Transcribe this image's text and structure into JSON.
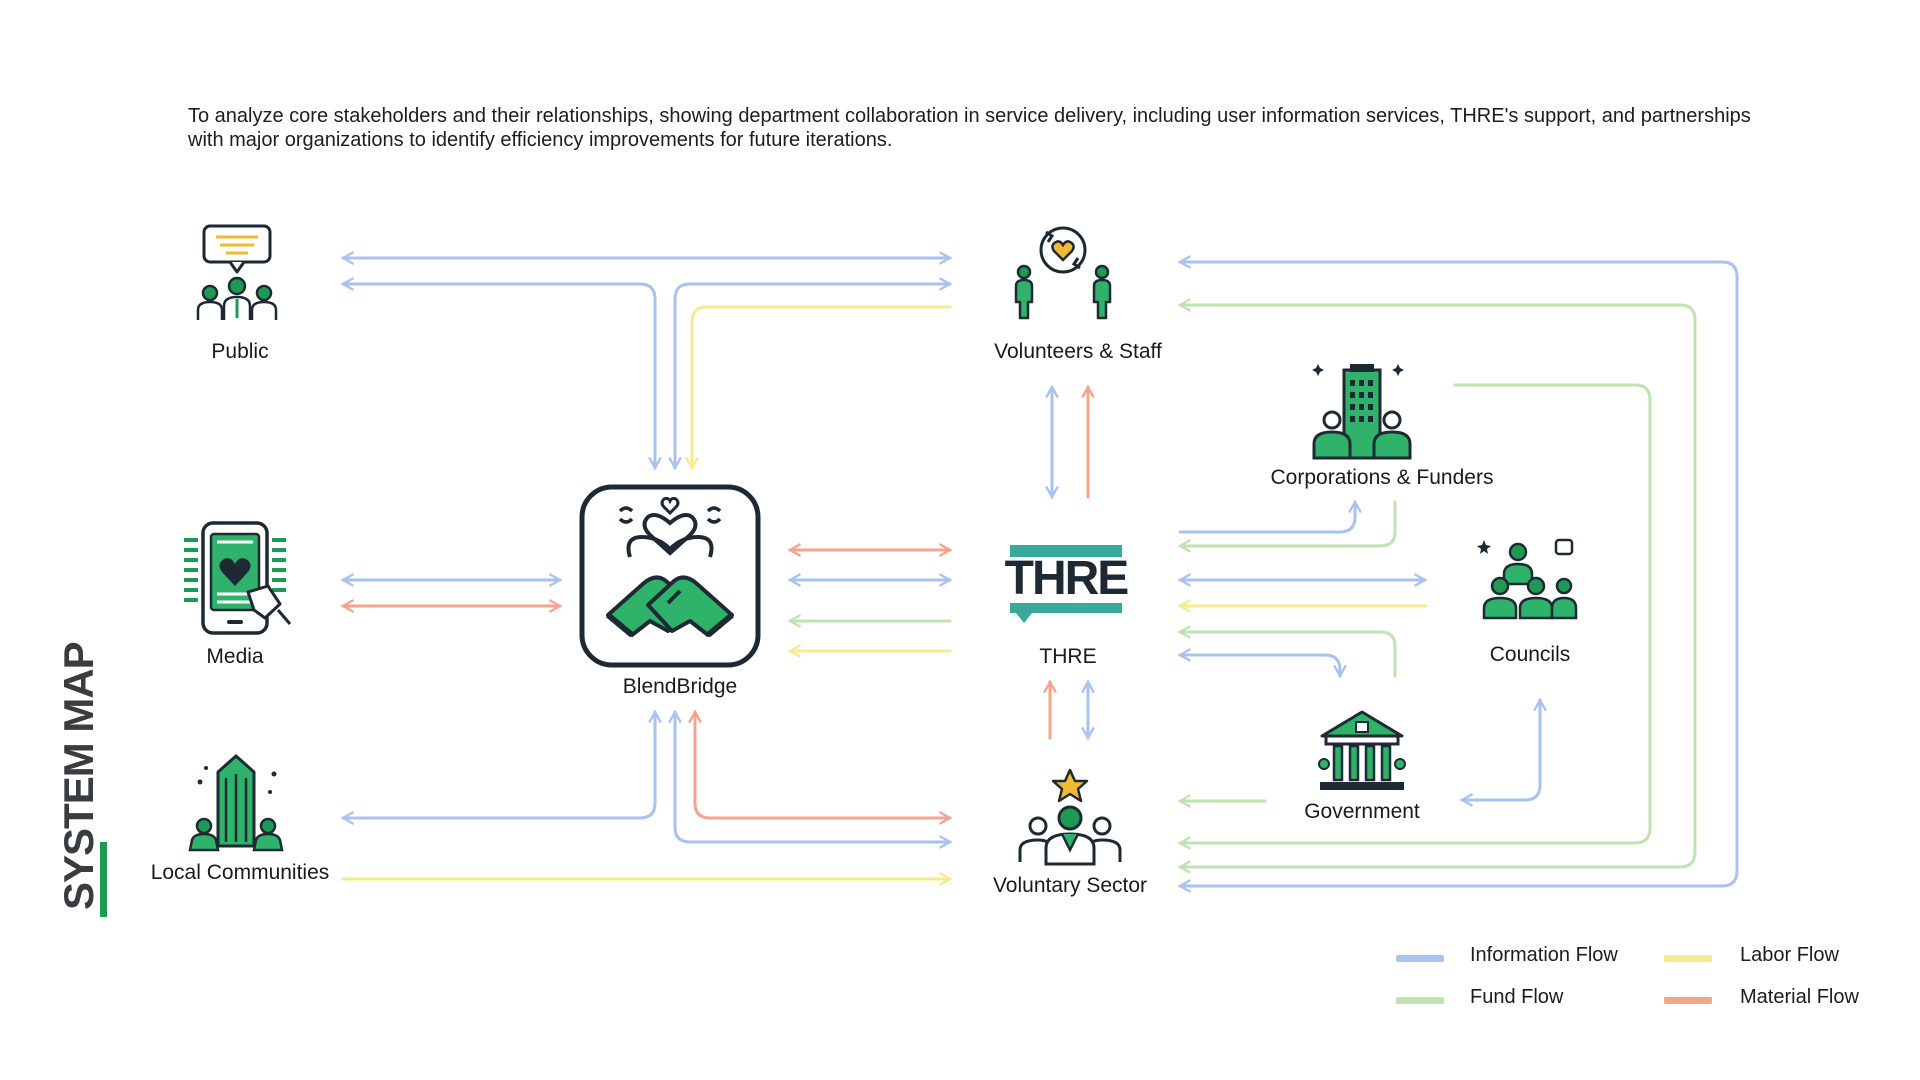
{
  "intro_text": "To analyze core stakeholders and their relationships, showing department collaboration in service delivery, including user information services, THRE's support, and partnerships with major organizations to identify efficiency improvements for future iterations.",
  "side_title": "SYSTEM MAP",
  "nodes": {
    "public": "Public",
    "media": "Media",
    "local_communities": "Local Communities",
    "blendbridge": "BlendBridge",
    "volunteers_staff": "Volunteers & Staff",
    "thre": "THRE",
    "voluntary_sector": "Voluntary Sector",
    "corporations_funders": "Corporations & Funders",
    "councils": "Councils",
    "government": "Government"
  },
  "thre_logo_text": "THRE",
  "legend": {
    "information": "Information Flow",
    "fund": "Fund Flow",
    "labor": "Labor Flow",
    "material": "Material Flow"
  },
  "colors": {
    "information": "#a9c2ee",
    "fund": "#bfe3b3",
    "labor": "#f6ea8e",
    "material": "#f4a48c",
    "accent_green": "#1f9a54",
    "teal": "#3aa89a",
    "dark": "#1e2a33"
  }
}
